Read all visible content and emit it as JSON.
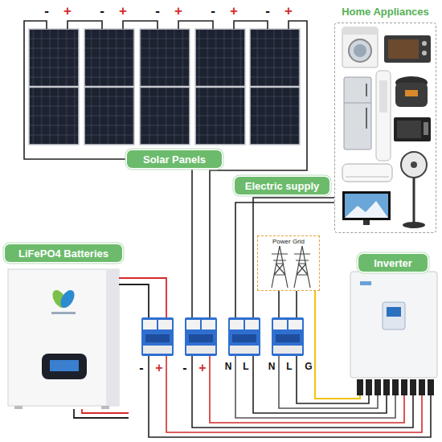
{
  "diagram": {
    "nodes": [
      {
        "text": [
          "Home Appliances"
        ]
      },
      {
        "text": [
          "Solar Panels"
        ]
      },
      {
        "text": [
          "Electric supply"
        ]
      },
      {
        "text": [
          "LiFePO4 Batteries"
        ]
      },
      {
        "text": [
          "Power Grid"
        ]
      },
      {
        "text": [
          "Inverter"
        ]
      }
    ],
    "labels": [
      "-",
      "+",
      "-",
      "+",
      "-",
      "+",
      "-",
      "+",
      "-",
      "+",
      "-",
      "+",
      "-",
      "+",
      "N",
      "L",
      "N",
      "L",
      "G"
    ]
  }
}
